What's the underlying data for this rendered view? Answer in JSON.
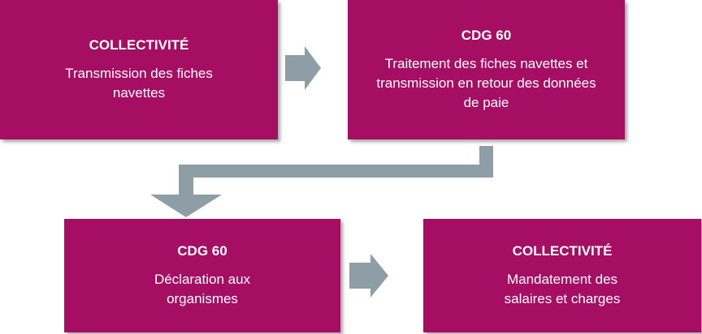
{
  "colors": {
    "box": "#a50e63",
    "arrow": "#8e9ea6"
  },
  "boxes": [
    {
      "title": "COLLECTIVITÉ",
      "desc": [
        "Transmission des fiches",
        "navettes"
      ]
    },
    {
      "title": "CDG 60",
      "desc": [
        "Traitement des fiches navettes et",
        "transmission en retour des données",
        "de paie"
      ]
    },
    {
      "title": "CDG 60",
      "desc": [
        "Déclaration aux",
        "organismes"
      ]
    },
    {
      "title": "COLLECTIVITÉ",
      "desc": [
        "Mandatement des",
        "salaires et charges"
      ]
    }
  ]
}
